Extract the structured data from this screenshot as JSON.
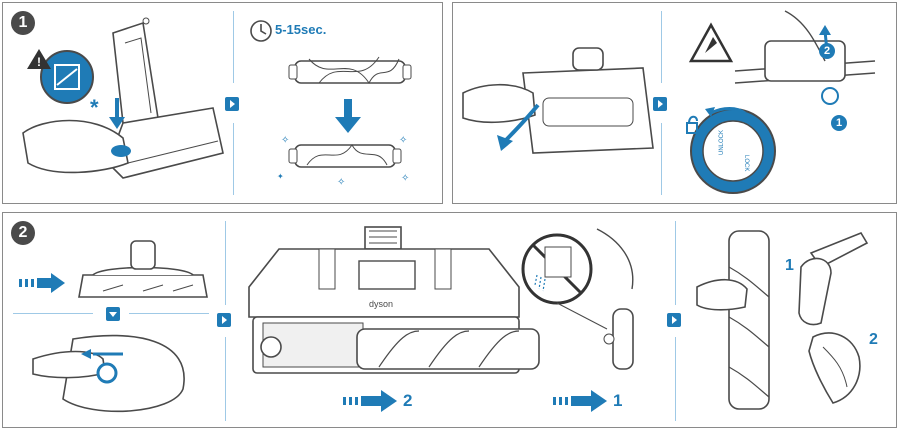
{
  "step_badges": {
    "step1": "1",
    "step2": "2"
  },
  "timer": {
    "text": "5-15sec."
  },
  "callouts": {
    "star": "*",
    "lock_label_left": "UNLOCK",
    "lock_label_right": "LOCK",
    "table_num_1": "1",
    "table_num_2": "2"
  },
  "bottom": {
    "arrow_label_2": "2",
    "arrow_label_1": "1",
    "final_label_1": "1",
    "final_label_2": "2",
    "brand_mark": "dyson"
  },
  "colors": {
    "accent": "#1f7bb6",
    "outline": "#4a4a4a",
    "separator": "#9fc9e6"
  }
}
